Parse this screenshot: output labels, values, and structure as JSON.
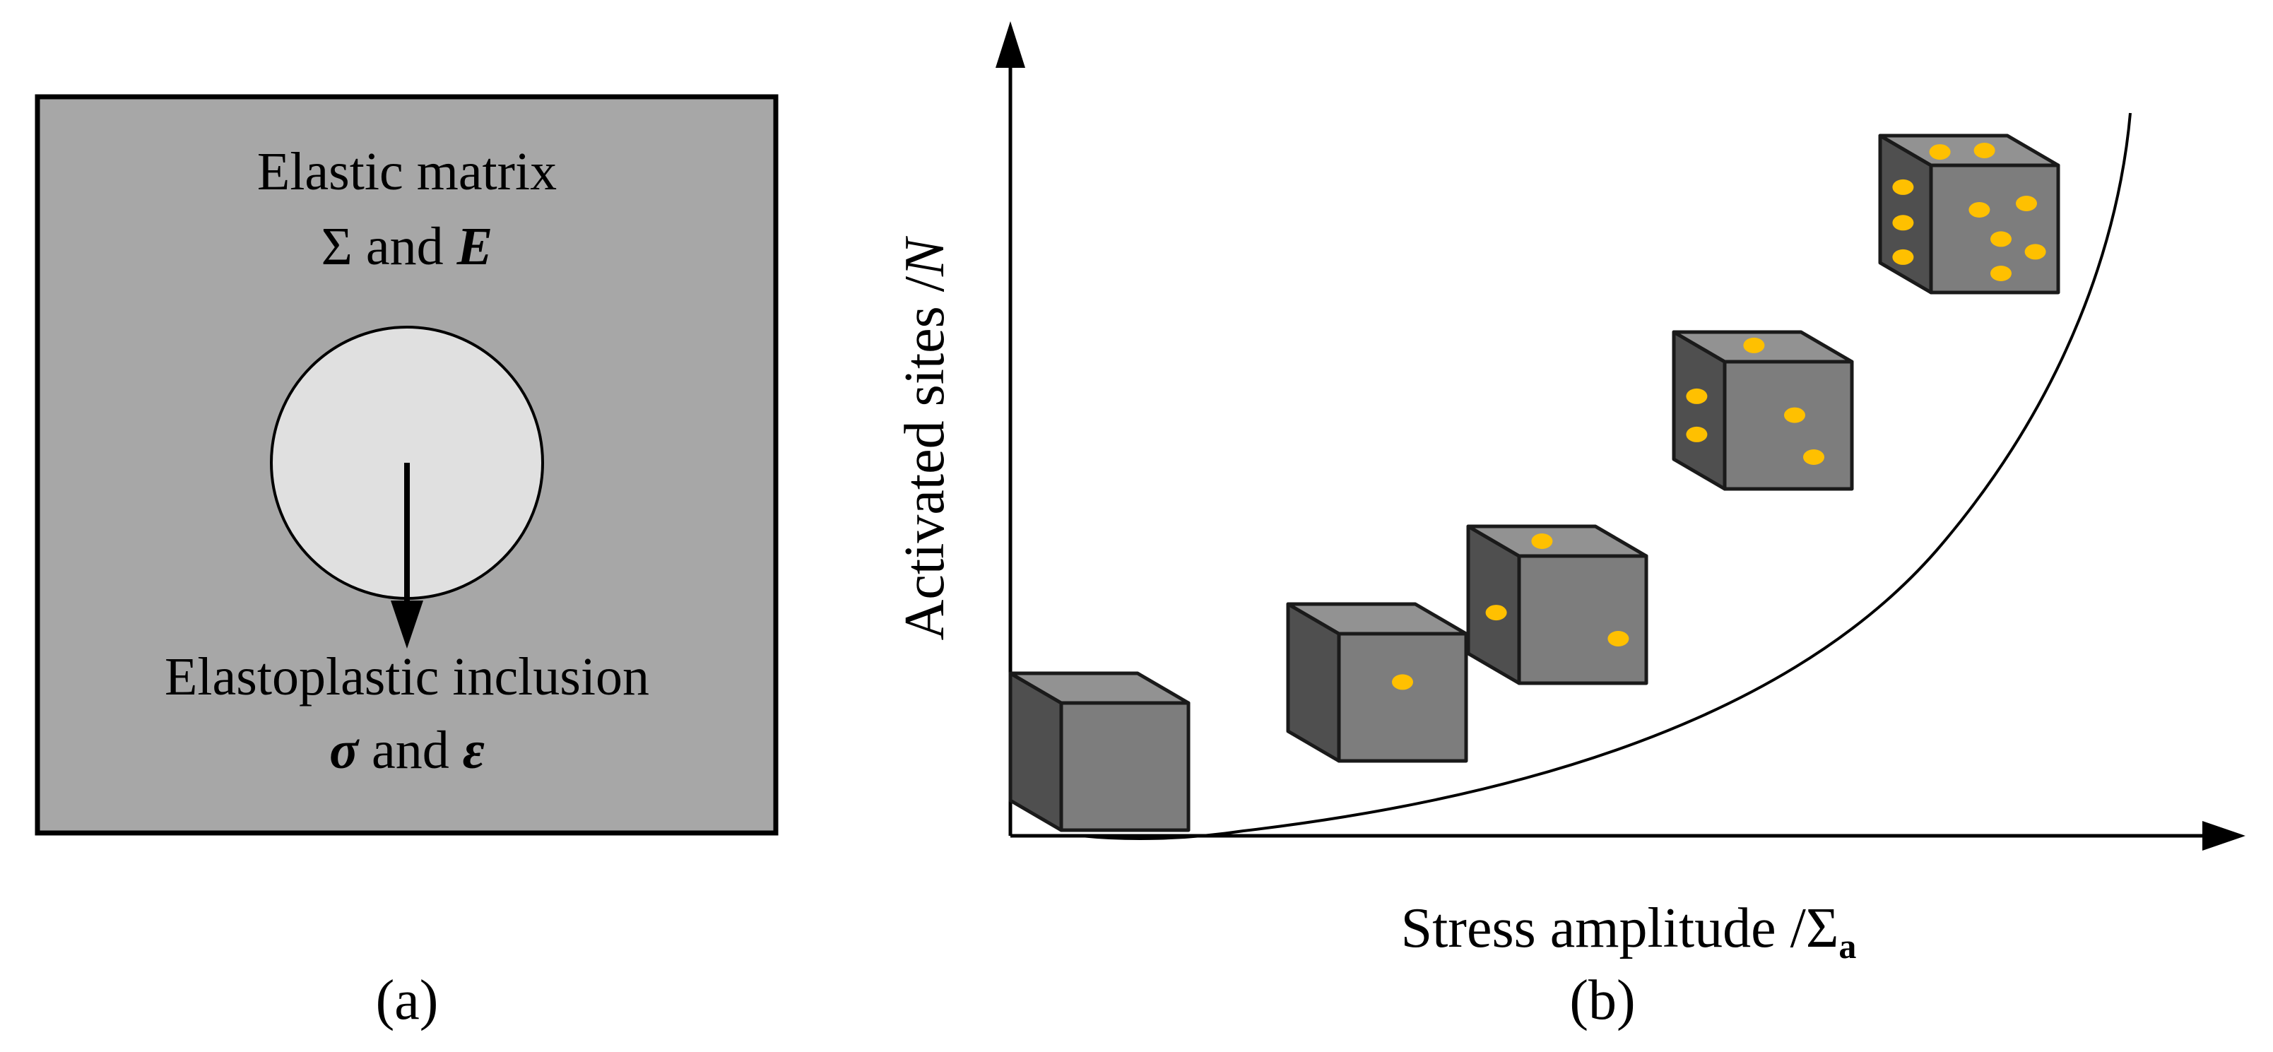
{
  "panel_a": {
    "matrix_label": "Elastic matrix",
    "matrix_symbols": {
      "sigma": "Σ",
      "and": " and ",
      "e": "E"
    },
    "inclusion_label": "Elastoplastic inclusion",
    "inclusion_symbols": {
      "sigma": "σ",
      "and": " and ",
      "eps": "ε"
    },
    "caption": "(a)"
  },
  "panel_b": {
    "y_label": {
      "text": "Activated sites /",
      "symbol": "N"
    },
    "x_label": {
      "text": "Stress amplitude /",
      "symbol": "Σ",
      "subscript": "a"
    },
    "caption": "(b)",
    "cubes": [
      {
        "activated_sites": 0
      },
      {
        "activated_sites": 1
      },
      {
        "activated_sites": 3
      },
      {
        "activated_sites": 5
      },
      {
        "activated_sites": 10
      }
    ]
  },
  "colors": {
    "matrix": "#a7a7a7",
    "inclusion": "#e0e0e0",
    "cube_front": "#7d7d7d",
    "cube_top": "#929292",
    "cube_side": "#4f4f4f",
    "site_dot": "#ffc000"
  }
}
